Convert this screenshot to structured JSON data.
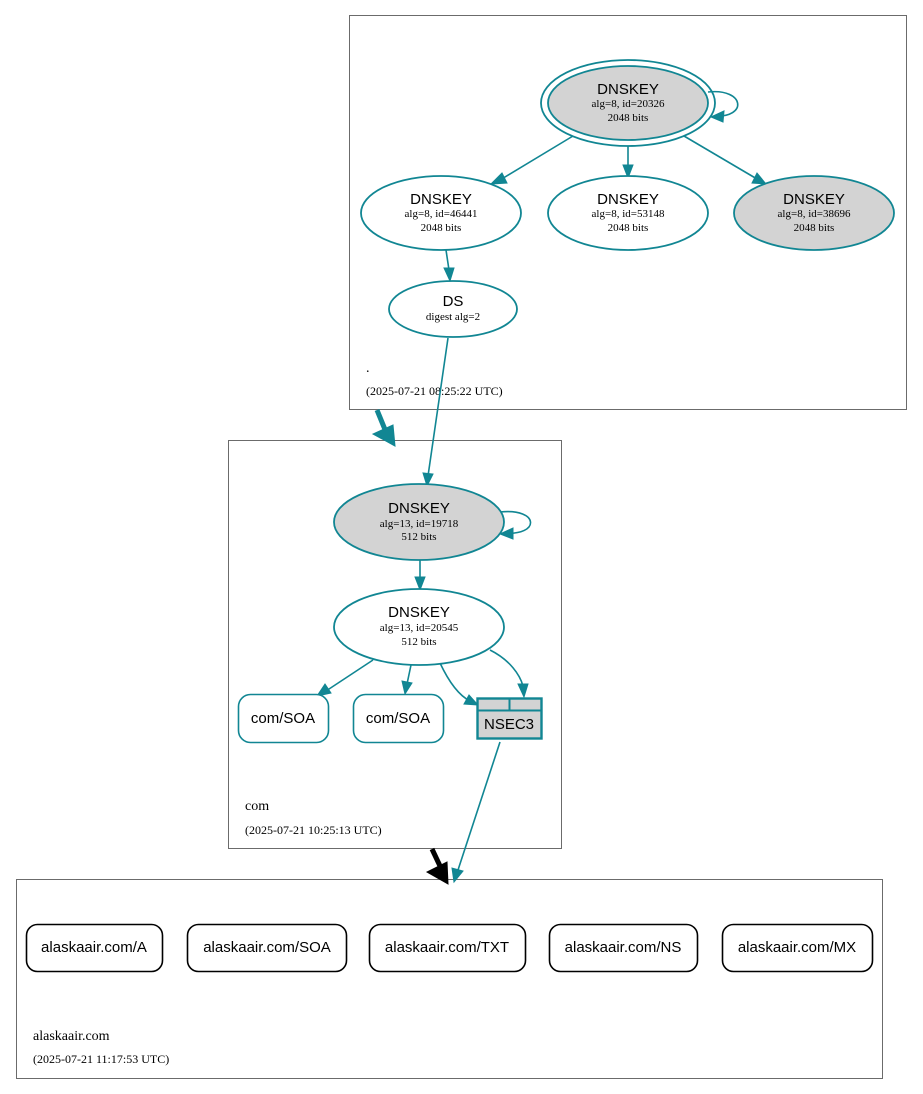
{
  "colors": {
    "edge": "#118693",
    "node_fill_gray": "#d3d3d3",
    "node_fill_white": "#ffffff",
    "delegation_black": "#000000"
  },
  "zones": {
    "root": {
      "name": ".",
      "timestamp": "(2025-07-21 08:25:22 UTC)"
    },
    "com": {
      "name": "com",
      "timestamp": "(2025-07-21 10:25:13 UTC)"
    },
    "alaskaair": {
      "name": "alaskaair.com",
      "timestamp": "(2025-07-21 11:17:53 UTC)"
    }
  },
  "nodes": {
    "root_ksk": {
      "title": "DNSKEY",
      "line1": "alg=8, id=20326",
      "line2": "2048 bits"
    },
    "root_zsk1": {
      "title": "DNSKEY",
      "line1": "alg=8, id=46441",
      "line2": "2048 bits"
    },
    "root_zsk2": {
      "title": "DNSKEY",
      "line1": "alg=8, id=53148",
      "line2": "2048 bits"
    },
    "root_zsk3": {
      "title": "DNSKEY",
      "line1": "alg=8, id=38696",
      "line2": "2048 bits"
    },
    "root_ds": {
      "title": "DS",
      "line1": "digest alg=2"
    },
    "com_ksk": {
      "title": "DNSKEY",
      "line1": "alg=13, id=19718",
      "line2": "512 bits"
    },
    "com_zsk": {
      "title": "DNSKEY",
      "line1": "alg=13, id=20545",
      "line2": "512 bits"
    },
    "com_soa1": {
      "label": "com/SOA"
    },
    "com_soa2": {
      "label": "com/SOA"
    },
    "com_nsec3": {
      "label": "NSEC3"
    }
  },
  "records": [
    {
      "label": "alaskaair.com/A"
    },
    {
      "label": "alaskaair.com/SOA"
    },
    {
      "label": "alaskaair.com/TXT"
    },
    {
      "label": "alaskaair.com/NS"
    },
    {
      "label": "alaskaair.com/MX"
    }
  ]
}
